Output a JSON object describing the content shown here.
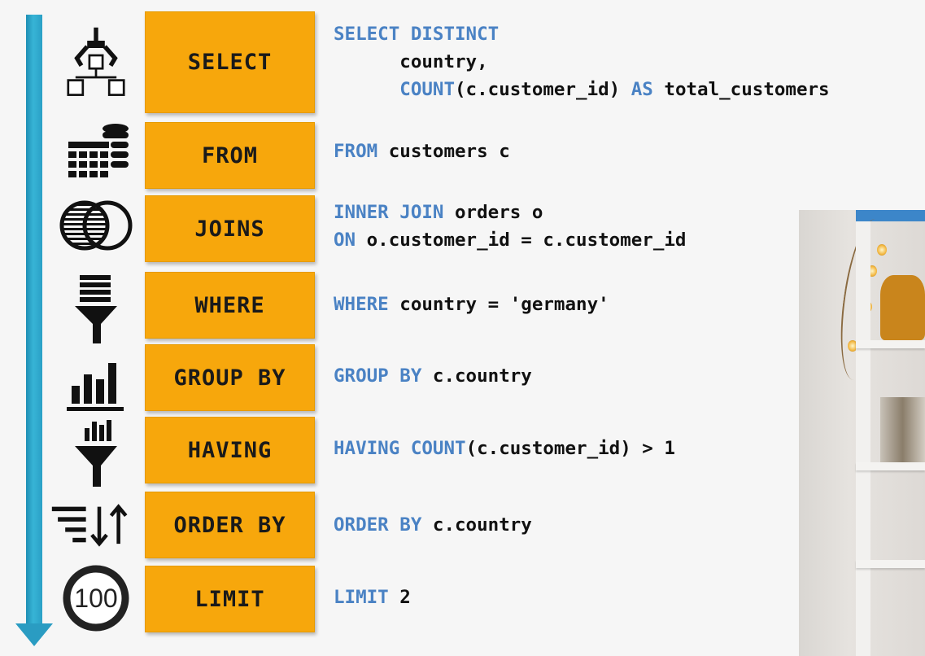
{
  "steps": [
    {
      "label": "SELECT",
      "icon": "robot-arm-icon"
    },
    {
      "label": "FROM",
      "icon": "database-table-icon"
    },
    {
      "label": "JOINS",
      "icon": "venn-join-icon"
    },
    {
      "label": "WHERE",
      "icon": "filter-funnel-icon"
    },
    {
      "label": "GROUP BY",
      "icon": "bar-chart-icon"
    },
    {
      "label": "HAVING",
      "icon": "chart-funnel-icon"
    },
    {
      "label": "ORDER BY",
      "icon": "sort-icon"
    },
    {
      "label": "LIMIT",
      "icon": "limit-100-icon"
    }
  ],
  "limit_badge": "100",
  "code": {
    "select": {
      "kw1": "SELECT DISTINCT",
      "l2": "country,",
      "kw2": "COUNT",
      "l3a": "(c.customer_id) ",
      "kw3": "AS",
      "l3b": " total_customers"
    },
    "from": {
      "kw": "FROM",
      "rest": " customers c"
    },
    "joins": {
      "kw1": "INNER JOIN",
      "rest1": " orders o",
      "kw2": "ON",
      "rest2": " o.customer_id = c.customer_id"
    },
    "where": {
      "kw": "WHERE",
      "rest": " country = 'germany'"
    },
    "group_by": {
      "kw": "GROUP BY",
      "rest": " c.country"
    },
    "having": {
      "kw": "HAVING COUNT",
      "rest": "(c.customer_id) > 1"
    },
    "order_by": {
      "kw": "ORDER BY",
      "rest": " c.country"
    },
    "limit": {
      "kw": "LIMIT",
      "rest": " 2"
    }
  },
  "colors": {
    "step_fill": "#f7a70c",
    "keyword": "#4a82c4",
    "arrow": "#2a9cc2"
  }
}
